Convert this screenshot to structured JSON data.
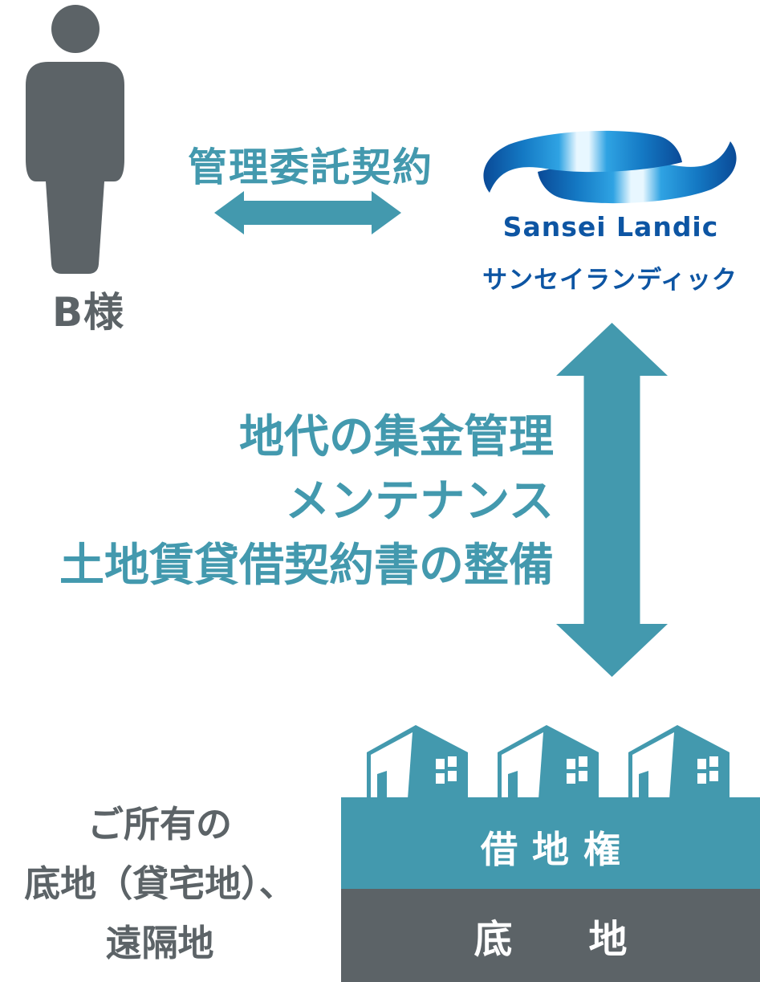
{
  "colors": {
    "teal": "#4399ae",
    "dark_gray": "#5c6367",
    "logo_blue": "#0d55a3",
    "swirl_gradient": [
      "#0a4a97",
      "#1479c4",
      "#2fa3e3",
      "#e8f7ff"
    ],
    "white": "#ffffff"
  },
  "icons": {
    "person": "person-silhouette",
    "horizontal_arrow": "double-headed-arrow-horizontal",
    "vertical_arrow": "double-headed-arrow-vertical",
    "logo": "sansei-landic-swirl",
    "houses": "three-houses-on-land"
  },
  "person": {
    "label": "B様"
  },
  "contract": {
    "label": "管理委託契約"
  },
  "company": {
    "name_en": "Sansei Landic",
    "name_ja": "サンセイランディック"
  },
  "services": {
    "line1": "地代の集金管理",
    "line2": "メンテナンス",
    "line3": "土地賃貸借契約書の整備"
  },
  "land": {
    "leasehold_label": "借地権",
    "freehold_char1": "底",
    "freehold_char2": "地"
  },
  "owner_note": {
    "line1": "ご所有の",
    "line2": "底地（貸宅地）、",
    "line3": "遠隔地"
  }
}
